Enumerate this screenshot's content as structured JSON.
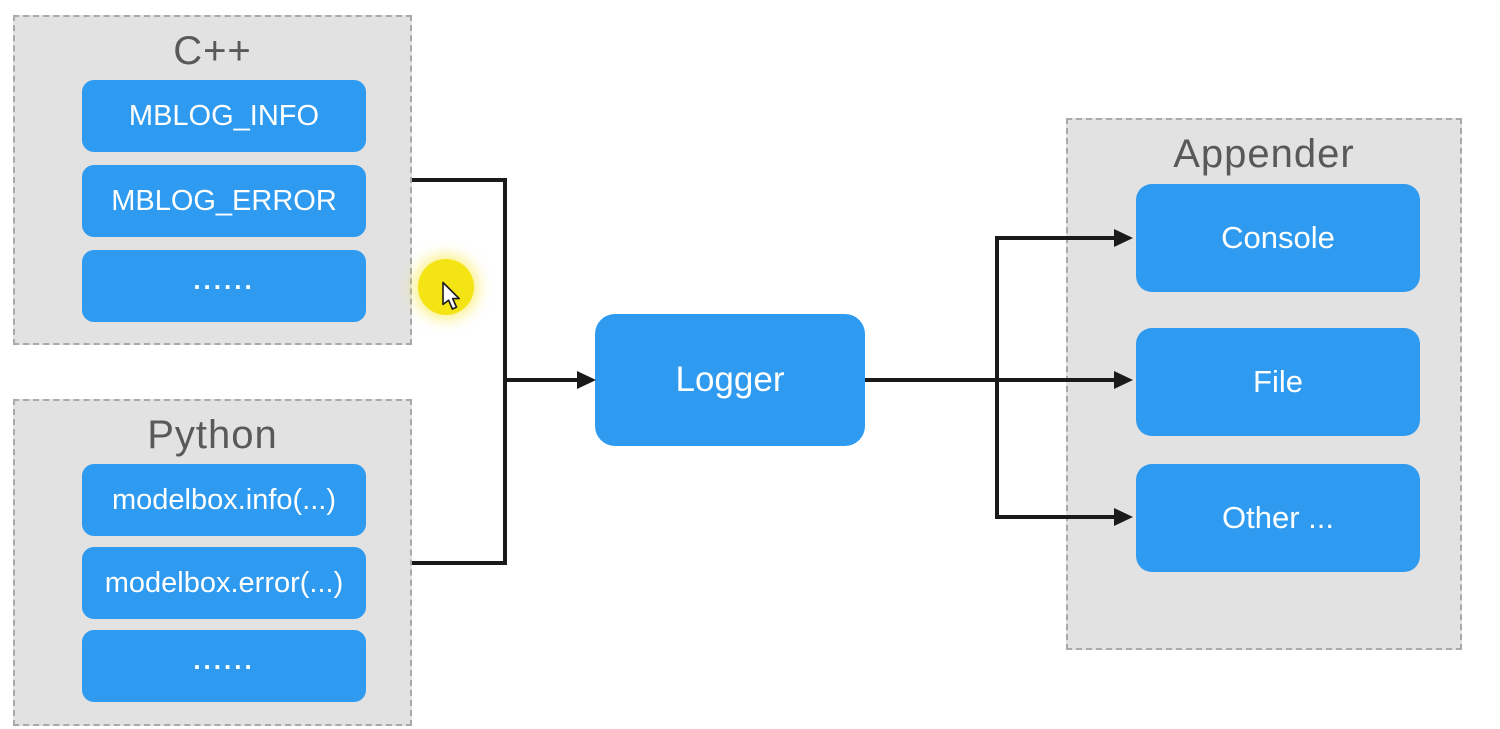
{
  "groups": {
    "cpp": {
      "title": "C++",
      "items": [
        {
          "label": "MBLOG_INFO"
        },
        {
          "label": "MBLOG_ERROR"
        },
        {
          "label": "......"
        }
      ]
    },
    "python": {
      "title": "Python",
      "items": [
        {
          "label": "modelbox.info(...)"
        },
        {
          "label": "modelbox.error(...)"
        },
        {
          "label": "......"
        }
      ]
    },
    "appender": {
      "title": "Appender",
      "items": [
        {
          "label": "Console"
        },
        {
          "label": "File"
        },
        {
          "label": "Other ..."
        }
      ]
    }
  },
  "nodes": {
    "logger": {
      "label": "Logger"
    }
  },
  "edges": [
    {
      "from": "C++",
      "to": "Logger"
    },
    {
      "from": "Python",
      "to": "Logger"
    },
    {
      "from": "Logger",
      "to": "Console"
    },
    {
      "from": "Logger",
      "to": "File"
    },
    {
      "from": "Logger",
      "to": "Other ..."
    }
  ],
  "colors": {
    "node_blue": "#2e9af0",
    "node_text": "#ffffff",
    "group_bg": "#e2e2e2",
    "group_border": "#a9a9a9",
    "title_text": "#595959",
    "connector": "#1a1a1a",
    "cursor_highlight": "#f5e414",
    "page_bg": "#ffffff"
  },
  "overlay": {
    "cursor": "arrow-pointer",
    "highlight": "yellow-circle"
  }
}
